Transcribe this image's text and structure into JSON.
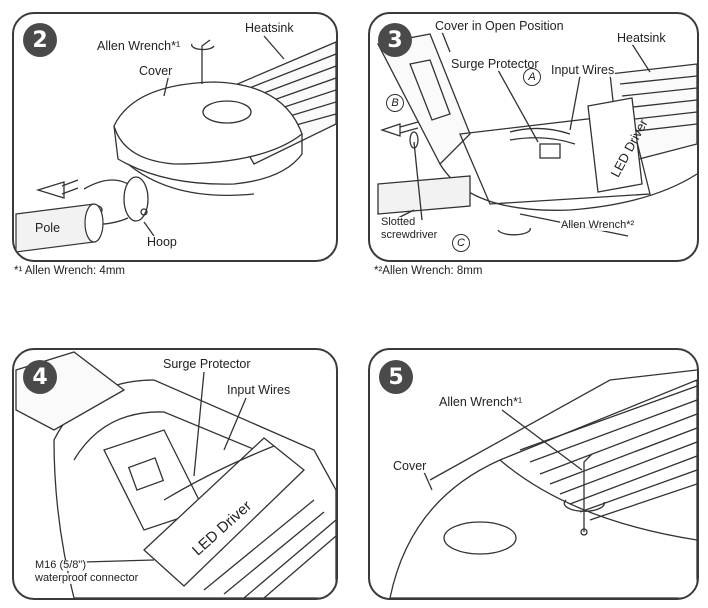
{
  "panels": [
    {
      "step": "2",
      "labels": {
        "allen_wrench": "Allen Wrench*¹",
        "heatsink": "Heatsink",
        "cover": "Cover",
        "pole": "Pole",
        "hoop": "Hoop"
      },
      "footnote": "*¹ Allen Wrench: 4mm"
    },
    {
      "step": "3",
      "labels": {
        "cover_open": "Cover in Open Position",
        "heatsink": "Heatsink",
        "surge_protector": "Surge Protector",
        "input_wires": "Input Wires",
        "led_driver": "LED Driver",
        "slotted_screwdriver_1": "Slotted",
        "slotted_screwdriver_2": "screwdriver",
        "allen_wrench": "Allen Wrench*²",
        "marker_a": "A",
        "marker_b": "B",
        "marker_c": "C"
      },
      "footnote": "*²Allen Wrench: 8mm"
    },
    {
      "step": "4",
      "labels": {
        "surge_protector": "Surge Protector",
        "input_wires": "Input Wires",
        "led_driver": "LED Driver",
        "connector_1": "M16 (5/8\")",
        "connector_2": "waterproof connector"
      }
    },
    {
      "step": "5",
      "labels": {
        "allen_wrench": "Allen Wrench*¹",
        "cover": "Cover"
      }
    }
  ],
  "colors": {
    "line": "#333333",
    "badge": "#4a4a4a",
    "pole_fill": "#f2f2f2"
  }
}
